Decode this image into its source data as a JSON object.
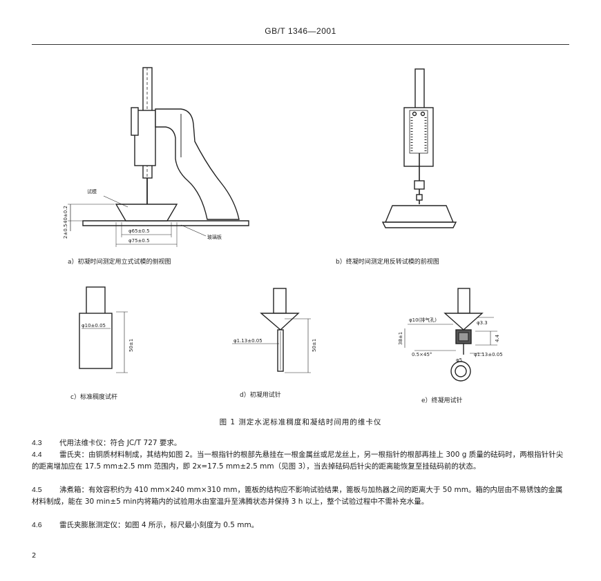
{
  "header": {
    "standard": "GB/T 1346—2001"
  },
  "figure": {
    "captions": {
      "a": "a）初凝时间测定用立式试模的侧视图",
      "b": "b）终凝时间测定用反转试模的前视图",
      "c": "c）标准稠度试杆",
      "d": "d）初凝用试针",
      "e": "e）终凝用试针"
    },
    "labels": {
      "specimen": "试模",
      "glass": "玻璃板",
      "height": "40±0.2",
      "base": "2±0.5",
      "top_dia": "φ65±0.5",
      "bottom_dia": "φ75±0.5",
      "rod_dia": "φ10±0.05",
      "rod_len": "50±1",
      "needle_dia": "φ1.13±0.05",
      "needle_len": "50±1",
      "e_vent": "φ10(排气孔)",
      "e_dia5": "φ5",
      "e_dia3": "φ3.3",
      "e_h38": "38±1",
      "e_h4": "4.4",
      "e_chamfer": "0.5×45°",
      "e_needle": "φ1.13±0.05"
    },
    "title": "图 1    测定水泥标准稠度和凝结时间用的维卡仪"
  },
  "paragraphs": [
    {
      "num": "4.3",
      "text": "代用法维卡仪：符合 JC/T 727 要求。"
    },
    {
      "num": "4.4",
      "text": "雷氏夹：由铜质材料制成，其结构如图 2。当一根指针的根部先悬挂在一根金属丝或尼龙丝上，另一根指针的根部再挂上 300 g 质量的砝码时，两根指针针尖的距离增加应在 17.5 mm±2.5 mm 范围内，即 2x=17.5 mm±2.5 mm（见图 3），当去掉砝码后针尖的距离能恢复至挂砝码前的状态。"
    },
    {
      "num": "4.5",
      "text": "沸煮箱：有效容积约为 410 mm×240 mm×310 mm，篦板的结构应不影响试验结果，篦板与加热器之间的距离大于 50 mm。箱的内层由不易锈蚀的金属材料制成，能在 30 min±5 min内将箱内的试验用水由室温升至沸腾状态并保持 3 h 以上，整个试验过程中不需补充水量。"
    },
    {
      "num": "4.6",
      "text": "雷氏夹膨胀测定仪：如图 4 所示，标尺最小刻度为 0.5 mm。"
    }
  ],
  "page_number": "2"
}
